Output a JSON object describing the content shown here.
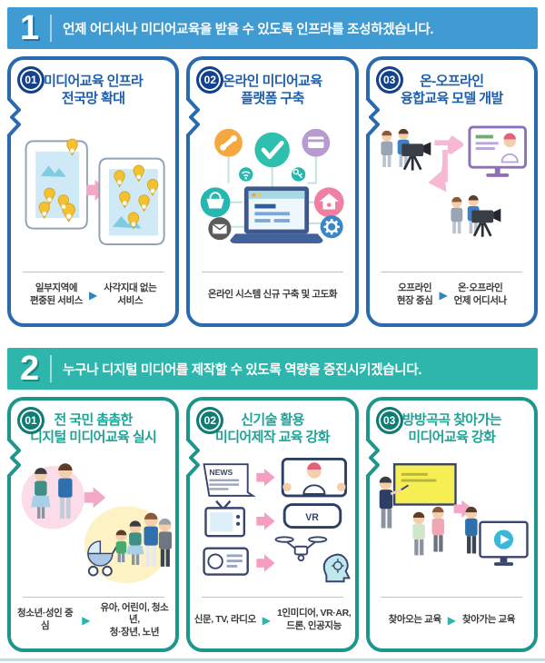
{
  "palette": {
    "section1_accent": "#3f9bd2",
    "section1_dark": "#14418c",
    "section1_border": "#2a6bb0",
    "section1_title": "#1c5fae",
    "section2_accent": "#2eb6ad",
    "section2_dark": "#0f7c74",
    "section2_border": "#1f968c",
    "section2_title": "#1fa396",
    "pink_arrow": "#f2a8c6",
    "footer_line": "#b8e0f0"
  },
  "sections": [
    {
      "number": "1",
      "headline": "언제 어디서나 미디어교육을 받을 수 있도록 인프라를 조성하겠습니다.",
      "cards": [
        {
          "badge": "01",
          "title": "미디어교육 인프라\n전국망 확대",
          "caption": {
            "left": "일부지역에\n편중된 서비스",
            "right": "사각지대 없는\n서비스"
          }
        },
        {
          "badge": "02",
          "title": "온라인 미디어교육\n플랫폼 구축",
          "caption": {
            "center": "온라인 시스템 신규 구축 및 고도화"
          }
        },
        {
          "badge": "03",
          "title": "온-오프라인\n융합교육 모델 개발",
          "caption": {
            "left": "오프라인\n현장 중심",
            "right": "온·오프라인\n언제 어디서나"
          }
        }
      ]
    },
    {
      "number": "2",
      "headline": "누구나 디지털 미디어를 제작할 수 있도록 역량을 증진시키겠습니다.",
      "cards": [
        {
          "badge": "01",
          "title": "전 국민 촘촘한\n디지털 미디어교육 실시",
          "caption": {
            "left": "청소년·성인 중심",
            "right": "유아, 어린이, 청소년,\n청·장년, 노년"
          }
        },
        {
          "badge": "02",
          "title": "신기술 활용\n미디어제작 교육 강화",
          "caption": {
            "left": "신문, TV, 라디오",
            "right": "1인미디어, VR·AR,\n드론, 인공지능"
          },
          "illustration_labels": {
            "news": "NEWS",
            "vr": "VR"
          }
        },
        {
          "badge": "03",
          "title": "방방곡곡 찾아가는\n미디어교육 강화",
          "caption": {
            "left": "찾아오는 교육",
            "right": "찾아가는 교육"
          }
        }
      ]
    }
  ]
}
